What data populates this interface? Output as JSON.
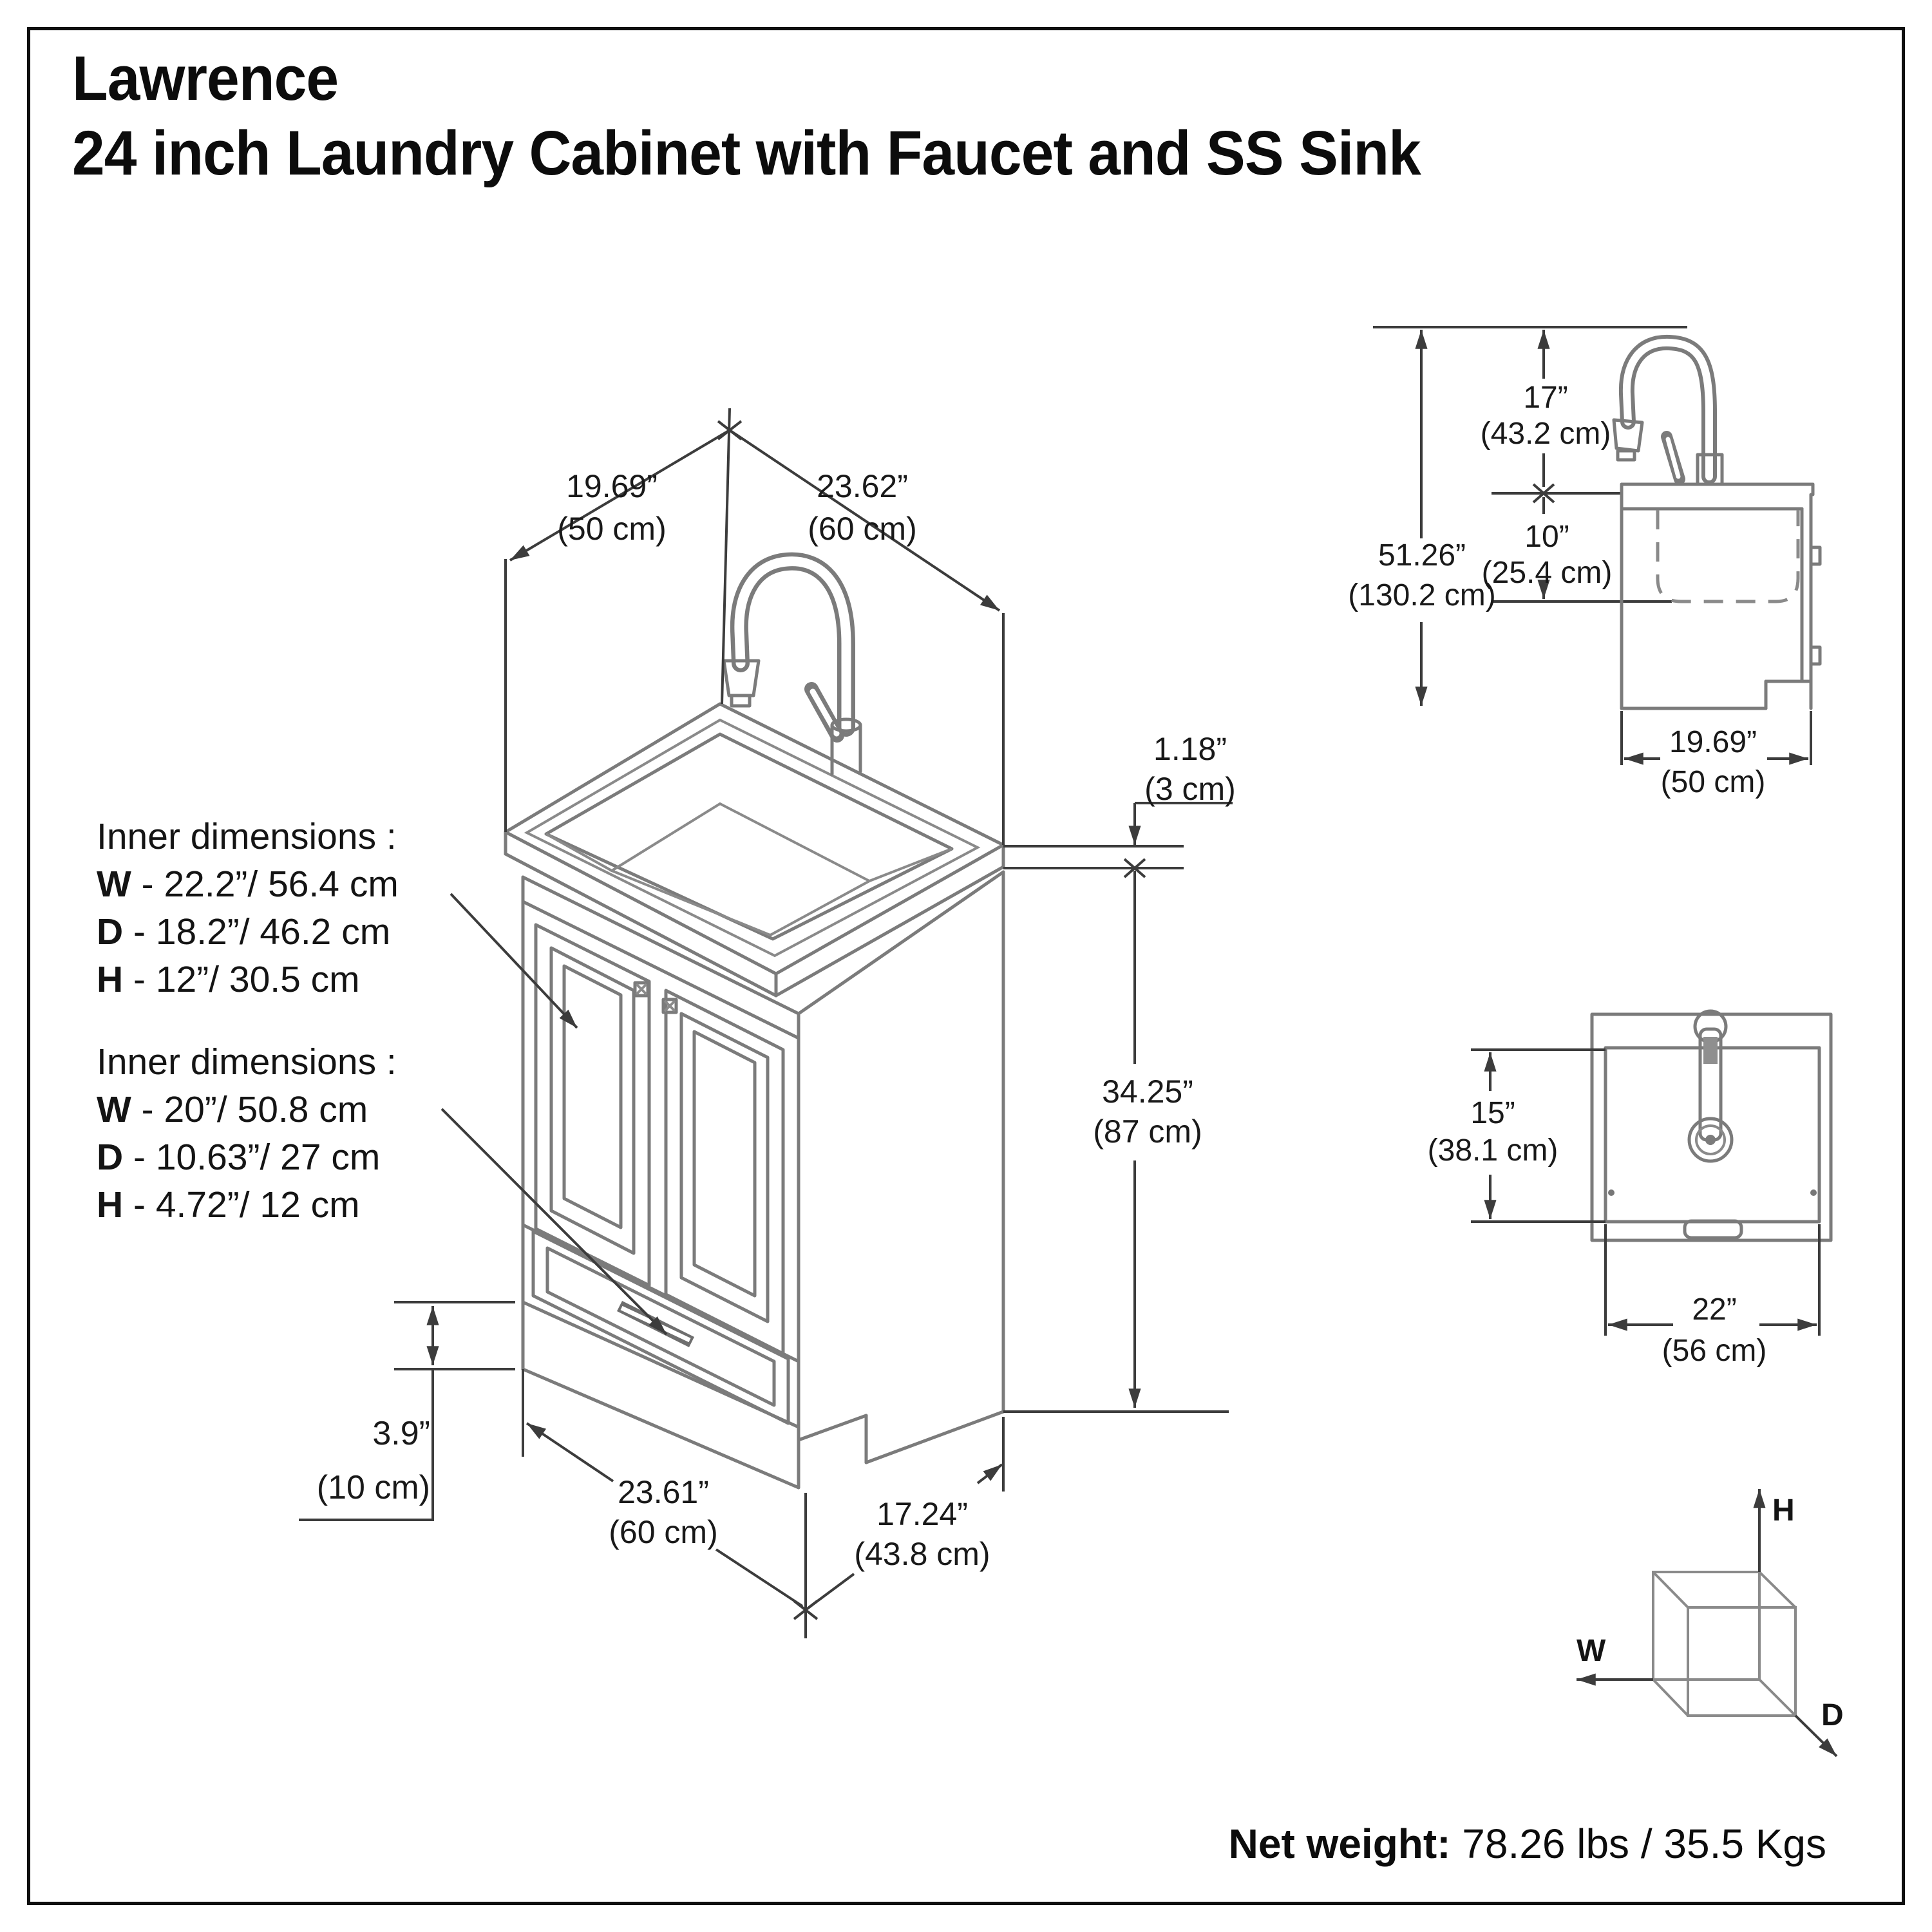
{
  "title": {
    "line1": "Lawrence",
    "line2": "24 inch Laundry Cabinet with Faucet and SS Sink"
  },
  "iso_view": {
    "depth_top": {
      "in": "19.69”",
      "cm": "(50 cm)"
    },
    "width_top": {
      "in": "23.62”",
      "cm": "(60 cm)"
    },
    "counter_thickness": {
      "in": "1.18”",
      "cm": "(3 cm)"
    },
    "cabinet_height": {
      "in": "34.25”",
      "cm": "(87 cm)"
    },
    "toe_kick_height": {
      "in": "3.9”",
      "cm": "(10 cm)"
    },
    "width_bottom": {
      "in": "23.61”",
      "cm": "(60 cm)"
    },
    "depth_bottom": {
      "in": "17.24”",
      "cm": "(43.8 cm)"
    }
  },
  "side_view": {
    "total_height": {
      "in": "51.26”",
      "cm": "(130.2 cm)"
    },
    "faucet_height": {
      "in": "17”",
      "cm": "(43.2 cm)"
    },
    "sink_depth": {
      "in": "10”",
      "cm": "(25.4 cm)"
    },
    "depth": {
      "in": "19.69”",
      "cm": "(50 cm)"
    }
  },
  "top_view": {
    "sink_depth": {
      "in": "15”",
      "cm": "(38.1 cm)"
    },
    "sink_width": {
      "in": "22”",
      "cm": "(56 cm)"
    }
  },
  "inner_dimensions_sink": {
    "heading": "Inner dimensions  :",
    "rows": [
      {
        "k": "W",
        "v": "- 22.2”/ 56.4 cm"
      },
      {
        "k": "D",
        "v": "- 18.2”/ 46.2 cm"
      },
      {
        "k": "H",
        "v": "- 12”/ 30.5 cm"
      }
    ]
  },
  "inner_dimensions_cabinet": {
    "heading": "Inner dimensions  :",
    "rows": [
      {
        "k": "W",
        "v": "- 20”/ 50.8 cm"
      },
      {
        "k": "D",
        "v": "- 10.63”/ 27 cm"
      },
      {
        "k": "H",
        "v": "- 4.72”/ 12 cm"
      }
    ]
  },
  "axes": {
    "h": "H",
    "w": "W",
    "d": "D"
  },
  "net_weight": {
    "label": "Net weight:",
    "value": " 78.26 lbs / 35.5 Kgs"
  }
}
